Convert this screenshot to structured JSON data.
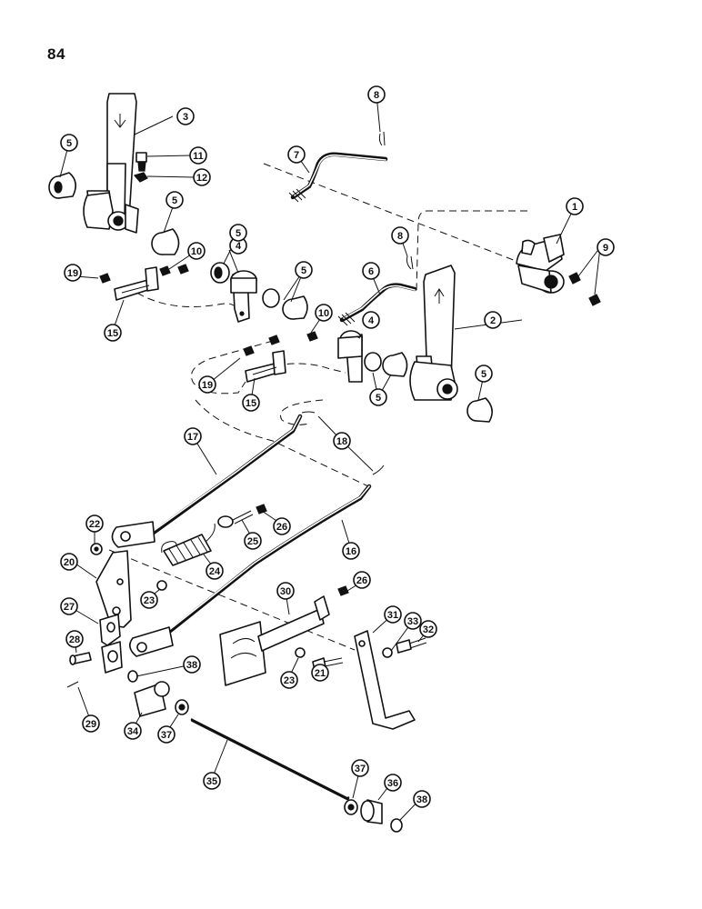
{
  "page_number": "84",
  "callouts": [
    {
      "id": "c1",
      "label": "1"
    },
    {
      "id": "c2",
      "label": "2"
    },
    {
      "id": "c3",
      "label": "3"
    },
    {
      "id": "c4a",
      "label": "4"
    },
    {
      "id": "c4b",
      "label": "4"
    },
    {
      "id": "c5a",
      "label": "5"
    },
    {
      "id": "c5b",
      "label": "5"
    },
    {
      "id": "c5c",
      "label": "5"
    },
    {
      "id": "c5d",
      "label": "5"
    },
    {
      "id": "c5e",
      "label": "5"
    },
    {
      "id": "c5f",
      "label": "5"
    },
    {
      "id": "c6",
      "label": "6"
    },
    {
      "id": "c7",
      "label": "7"
    },
    {
      "id": "c8a",
      "label": "8"
    },
    {
      "id": "c8b",
      "label": "8"
    },
    {
      "id": "c9",
      "label": "9"
    },
    {
      "id": "c10a",
      "label": "10"
    },
    {
      "id": "c10b",
      "label": "10"
    },
    {
      "id": "c11",
      "label": "11"
    },
    {
      "id": "c12",
      "label": "12"
    },
    {
      "id": "c15a",
      "label": "15"
    },
    {
      "id": "c15b",
      "label": "15"
    },
    {
      "id": "c16",
      "label": "16"
    },
    {
      "id": "c17",
      "label": "17"
    },
    {
      "id": "c18",
      "label": "18"
    },
    {
      "id": "c19a",
      "label": "19"
    },
    {
      "id": "c19b",
      "label": "19"
    },
    {
      "id": "c20",
      "label": "20"
    },
    {
      "id": "c21",
      "label": "21"
    },
    {
      "id": "c22",
      "label": "22"
    },
    {
      "id": "c23a",
      "label": "23"
    },
    {
      "id": "c23b",
      "label": "23"
    },
    {
      "id": "c24",
      "label": "24"
    },
    {
      "id": "c25",
      "label": "25"
    },
    {
      "id": "c26a",
      "label": "26"
    },
    {
      "id": "c26b",
      "label": "26"
    },
    {
      "id": "c27",
      "label": "27"
    },
    {
      "id": "c28",
      "label": "28"
    },
    {
      "id": "c29",
      "label": "29"
    },
    {
      "id": "c30",
      "label": "30"
    },
    {
      "id": "c31",
      "label": "31"
    },
    {
      "id": "c32",
      "label": "32"
    },
    {
      "id": "c33",
      "label": "33"
    },
    {
      "id": "c34",
      "label": "34"
    },
    {
      "id": "c35",
      "label": "35"
    },
    {
      "id": "c36",
      "label": "36"
    },
    {
      "id": "c37a",
      "label": "37"
    },
    {
      "id": "c37b",
      "label": "37"
    },
    {
      "id": "c38a",
      "label": "38"
    },
    {
      "id": "c38b",
      "label": "38"
    }
  ]
}
